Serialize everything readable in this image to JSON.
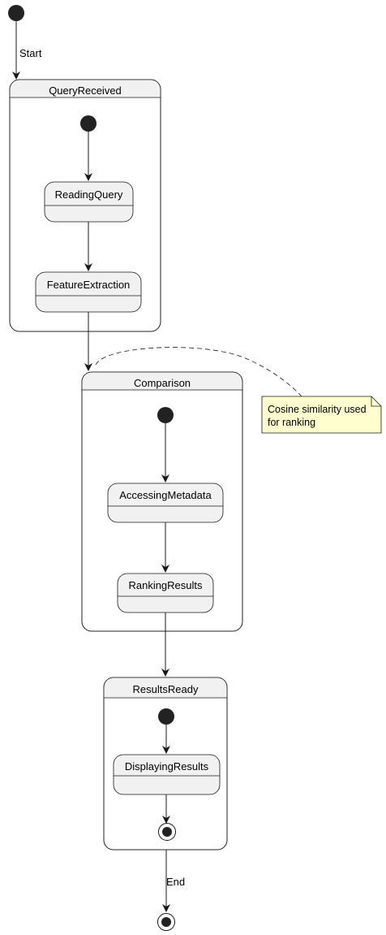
{
  "colors": {
    "line": "#181818",
    "state_fill": "#f1f1f1",
    "note_fill": "#fefece",
    "node_fill": "#222222",
    "background": "#ffffff"
  },
  "transitions": {
    "start": "Start",
    "end": "End"
  },
  "composites": {
    "query_received": {
      "title": "QueryReceived",
      "states": [
        "ReadingQuery",
        "FeatureExtraction"
      ]
    },
    "comparison": {
      "title": "Comparison",
      "states": [
        "AccessingMetadata",
        "RankingResults"
      ]
    },
    "results_ready": {
      "title": "ResultsReady",
      "states": [
        "DisplayingResults"
      ]
    }
  },
  "note": {
    "lines": [
      "Cosine similarity used",
      "for ranking"
    ]
  }
}
